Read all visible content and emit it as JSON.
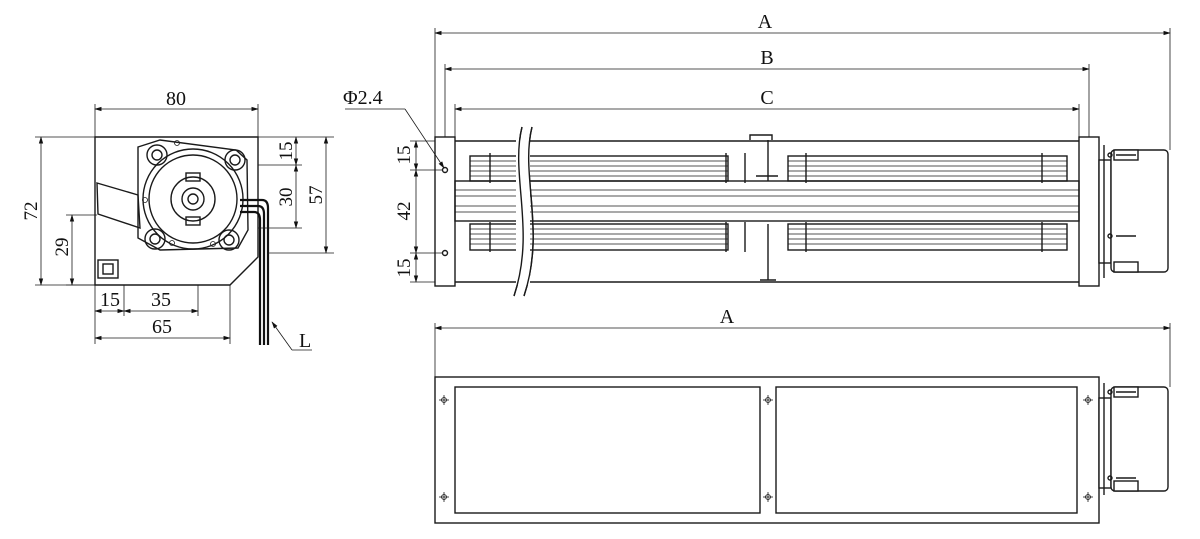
{
  "side_view": {
    "width_label": "80",
    "height_label": "72",
    "top_offset_label": "15",
    "outlet_label": "30",
    "mount_label": "57",
    "hole_height_label": "29",
    "bottom_left_label": "15",
    "bottom_mid_label": "35",
    "bottom_total_label": "65",
    "lead_label": "L"
  },
  "front_view": {
    "overall_label": "A",
    "mid_label": "B",
    "inner_label": "C",
    "hole_label": "Φ2.4",
    "top_gap_label": "15",
    "hole_spacing_label": "42",
    "bottom_gap_label": "15"
  },
  "bottom_view": {
    "overall_label": "A"
  }
}
